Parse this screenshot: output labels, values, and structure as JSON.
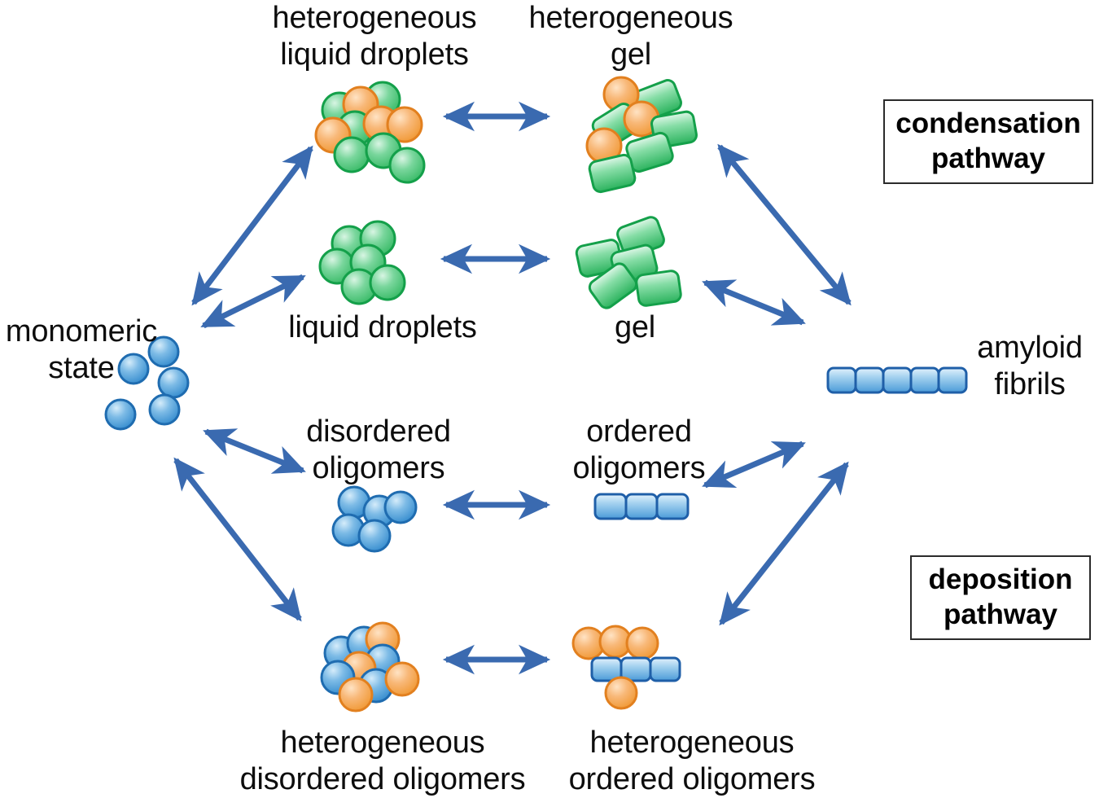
{
  "diagram": {
    "title": "protein aggregation pathways",
    "background": "#ffffff",
    "colors": {
      "arrow": "#3a6ab0",
      "blue_sphere": "#3d8fd1",
      "blue_sphere_edge": "#1f6cb0",
      "green_shape": "#49c178",
      "green_shape_edge": "#14a04a",
      "orange_sphere": "#f5a75c",
      "orange_sphere_edge": "#e2801f",
      "blue_block": "#5ea8e0",
      "blue_block_edge": "#1f5fa8",
      "text": "#0d0d0d",
      "box_border": "#2b2b2b"
    }
  },
  "labels": {
    "heterogeneous_liquid_droplets": "heterogeneous\nliquid droplets",
    "heterogeneous_gel": "heterogeneous\ngel",
    "liquid_droplets": "liquid droplets",
    "gel": "gel",
    "monomeric_state": "monomeric\nstate",
    "amyloid_fibrils": "amyloid\nfibrils",
    "disordered_oligomers": "disordered\noligomers",
    "ordered_oligomers": "ordered\noligomers",
    "heterogeneous_disordered_oligomers": "heterogeneous\ndisordered oligomers",
    "heterogeneous_ordered_oligomers": "heterogeneous\nordered oligomers"
  },
  "pathways": {
    "condensation": "condensation\npathway",
    "deposition": "deposition\npathway"
  },
  "species": [
    {
      "id": "heterogeneous-liquid-droplets",
      "label_key": "heterogeneous_liquid_droplets",
      "particles": "6 green spheres + 4 orange spheres, scattered cluster"
    },
    {
      "id": "heterogeneous-gel",
      "label_key": "heterogeneous_gel",
      "particles": "5 green rounded rectangles + 3 orange spheres"
    },
    {
      "id": "liquid-droplets",
      "label_key": "liquid_droplets",
      "particles": "6 green spheres"
    },
    {
      "id": "gel",
      "label_key": "gel",
      "particles": "5 green rounded rectangles"
    },
    {
      "id": "monomeric-state",
      "label_key": "monomeric_state",
      "particles": "5 blue spheres scattered"
    },
    {
      "id": "amyloid-fibrils",
      "label_key": "amyloid_fibrils",
      "particles": "5 blue blocks in a row"
    },
    {
      "id": "disordered-oligomers",
      "label_key": "disordered_oligomers",
      "particles": "5 blue spheres clustered"
    },
    {
      "id": "ordered-oligomers",
      "label_key": "ordered_oligomers",
      "particles": "3 blue blocks in a row"
    },
    {
      "id": "heterogeneous-disordered-oligomers",
      "label_key": "heterogeneous_disordered_oligomers",
      "particles": "6 blue spheres + 4 orange spheres clustered"
    },
    {
      "id": "heterogeneous-ordered-oligomers",
      "label_key": "heterogeneous_ordered_oligomers",
      "particles": "4 orange spheres + 3 blue blocks in a row"
    }
  ],
  "connections": [
    {
      "id": "monomer-to-het-liquid-droplets",
      "from": "monomeric-state",
      "to": "heterogeneous-liquid-droplets",
      "type": "double-arrow"
    },
    {
      "id": "monomer-to-liquid-droplets",
      "from": "monomeric-state",
      "to": "liquid-droplets",
      "type": "double-arrow"
    },
    {
      "id": "het-liquid-droplets-to-het-gel",
      "from": "heterogeneous-liquid-droplets",
      "to": "heterogeneous-gel",
      "type": "double-arrow"
    },
    {
      "id": "liquid-droplets-to-gel",
      "from": "liquid-droplets",
      "to": "gel",
      "type": "double-arrow"
    },
    {
      "id": "het-gel-to-fibrils",
      "from": "heterogeneous-gel",
      "to": "amyloid-fibrils",
      "type": "double-arrow"
    },
    {
      "id": "gel-to-fibrils",
      "from": "gel",
      "to": "amyloid-fibrils",
      "type": "double-arrow"
    },
    {
      "id": "monomer-to-disordered-oligomers",
      "from": "monomeric-state",
      "to": "disordered-oligomers",
      "type": "double-arrow"
    },
    {
      "id": "monomer-to-het-disordered-oligomers",
      "from": "monomeric-state",
      "to": "heterogeneous-disordered-oligomers",
      "type": "double-arrow"
    },
    {
      "id": "disordered-to-ordered-oligomers",
      "from": "disordered-oligomers",
      "to": "ordered-oligomers",
      "type": "double-arrow"
    },
    {
      "id": "het-disordered-to-het-ordered-oligomers",
      "from": "heterogeneous-disordered-oligomers",
      "to": "heterogeneous-ordered-oligomers",
      "type": "double-arrow"
    },
    {
      "id": "ordered-oligomers-to-fibrils",
      "from": "ordered-oligomers",
      "to": "amyloid-fibrils",
      "type": "double-arrow"
    },
    {
      "id": "het-ordered-oligomers-to-fibrils",
      "from": "heterogeneous-ordered-oligomers",
      "to": "amyloid-fibrils",
      "type": "double-arrow"
    }
  ]
}
